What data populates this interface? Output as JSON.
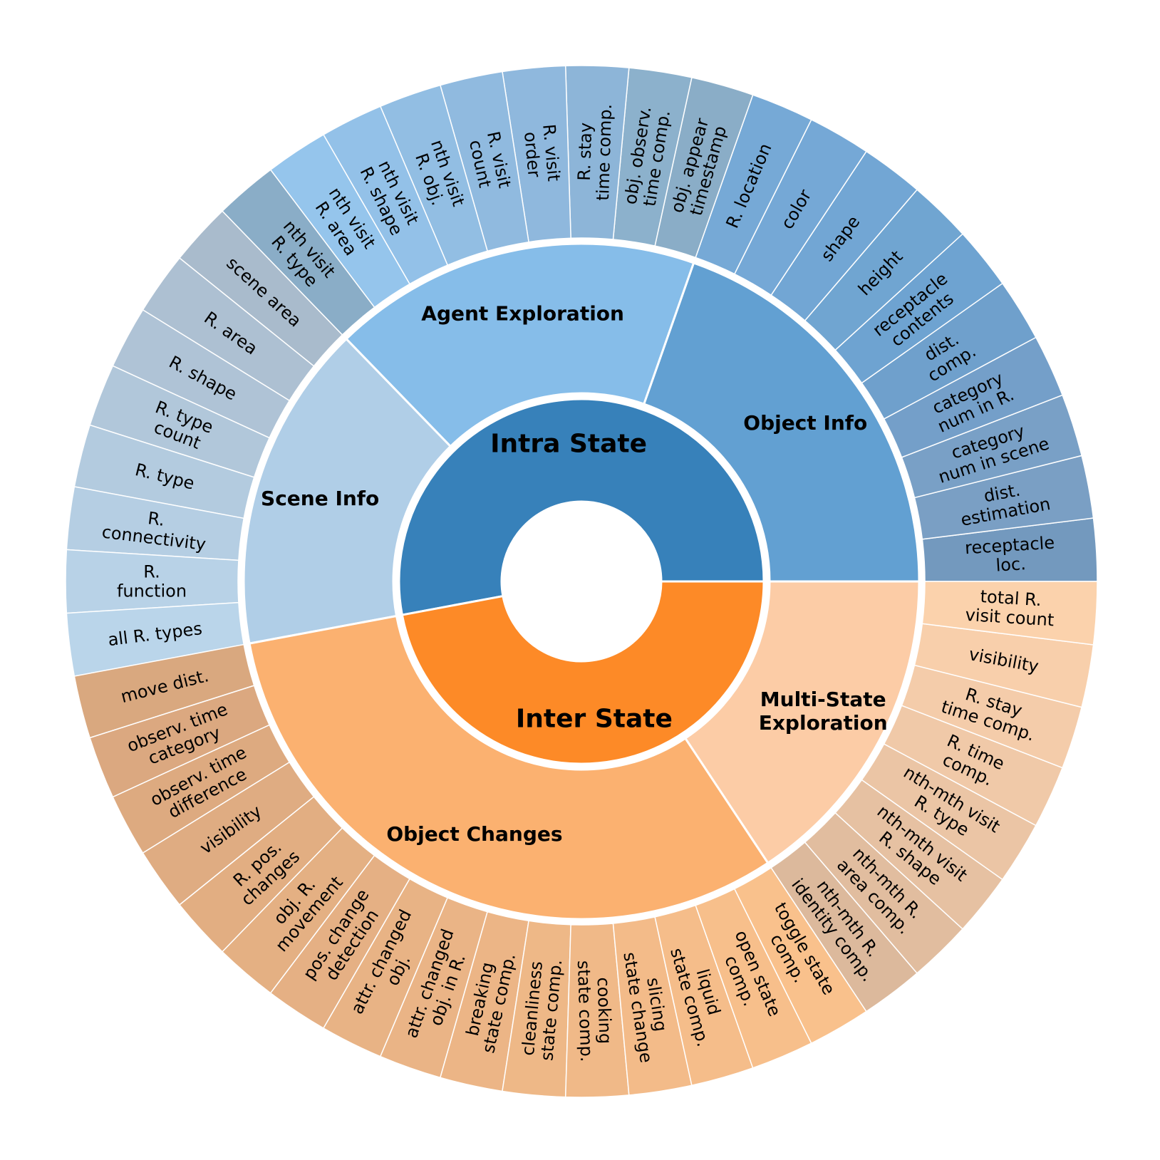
{
  "chart_data": {
    "type": "sunburst",
    "title": "",
    "root": [
      {
        "name": "Intra State",
        "color": "#3781ba",
        "children": [
          {
            "name": "Object Info",
            "color": "#62a0d2",
            "leafColors": [
              "#7399be",
              "#7a9fc4",
              "#79a0c6",
              "#749fc9",
              "#6fa0cc",
              "#6ea3d1",
              "#70a5d1",
              "#72a6d4",
              "#75a8d6",
              "#76a9d6"
            ],
            "children": [
              "receptacle\nloc.",
              "dist.\nestimation",
              "category\nnum in scene",
              "category\nnum in R.",
              "dist.\ncomp.",
              "receptacle\ncontents",
              "height",
              "shape",
              "color",
              "R. location"
            ]
          },
          {
            "name": "Agent Exploration",
            "color": "#86bde9",
            "leafColors": [
              "#8aadc7",
              "#8cb1cc",
              "#8db5d8",
              "#8fb8dd",
              "#90badf",
              "#92bee3",
              "#93c1e8",
              "#95c5ec"
            ],
            "children": [
              "obj. appear\ntimestamp",
              "obj. observ.\ntime comp.",
              "R. stay\ntime comp.",
              "R. visit\norder",
              "R. visit\ncount",
              "nth visit\nR. obj.",
              "nth visit\nR. shape",
              "nth visit\nR. area",
              "nth visit\nR. type"
            ]
          },
          {
            "name": "Scene Info",
            "color": "#b0cee7",
            "leafColors": [
              "#a9bbcc",
              "#adc0d2",
              "#afc3d6",
              "#b1c7da",
              "#b3cbdf",
              "#b5cee3",
              "#b8d2e7",
              "#bad5ea"
            ],
            "children": [
              "scene area",
              "R. area",
              "R. shape",
              "R. type\ncount",
              "R. type",
              "R.\nconnectivity",
              "R.\nfunction",
              "all R. types"
            ]
          }
        ]
      },
      {
        "name": "Inter State",
        "color": "#fd8a27",
        "children": [
          {
            "name": "Object Changes",
            "color": "#fbb170",
            "leafColors": [
              "#d9a87f",
              "#dba880",
              "#ddaa80",
              "#dfac82",
              "#e2ae82",
              "#e4b083",
              "#e5b084",
              "#e8b385",
              "#eab486",
              "#ecb586",
              "#eeb887",
              "#f0b988",
              "#f3bb89",
              "#f5bd8a",
              "#f7bf8b",
              "#f9c18c",
              "#fbc38c"
            ],
            "children": [
              "move dist.",
              "observ. time\ncategory",
              "observ. time\ndifference",
              "visibility",
              "R. pos.\nchanges",
              "obj. R.\nmovement",
              "pos. change\ndetection",
              "attr. changed\nobj.",
              "attr. changed\nobj. in R.",
              "breaking\nstate comp.",
              "cleanliness\nstate comp.",
              "cooking\nstate comp.",
              "slicing\nstate change",
              "liquid\nstate comp.",
              "open state\ncomp.",
              "toggle state\ncomp."
            ]
          },
          {
            "name": "Multi-State\nExploration",
            "color": "#fccca6",
            "leafColors": [
              "#dcb99c",
              "#e1bd9f",
              "#e6c1a2",
              "#ebc5a5",
              "#f0c9a8",
              "#f4ccaa",
              "#f8cfab",
              "#fbd2ac"
            ],
            "children": [
              "nth-mth R.\nidentity comp.",
              "nth-mth R.\narea comp.",
              "nth-mth visit\nR. shape",
              "nth-mth visit\nR. type",
              "R. time\ncomp.",
              "R. stay\ntime comp.",
              "visibility",
              "total R.\nvisit count"
            ]
          }
        ]
      }
    ]
  }
}
